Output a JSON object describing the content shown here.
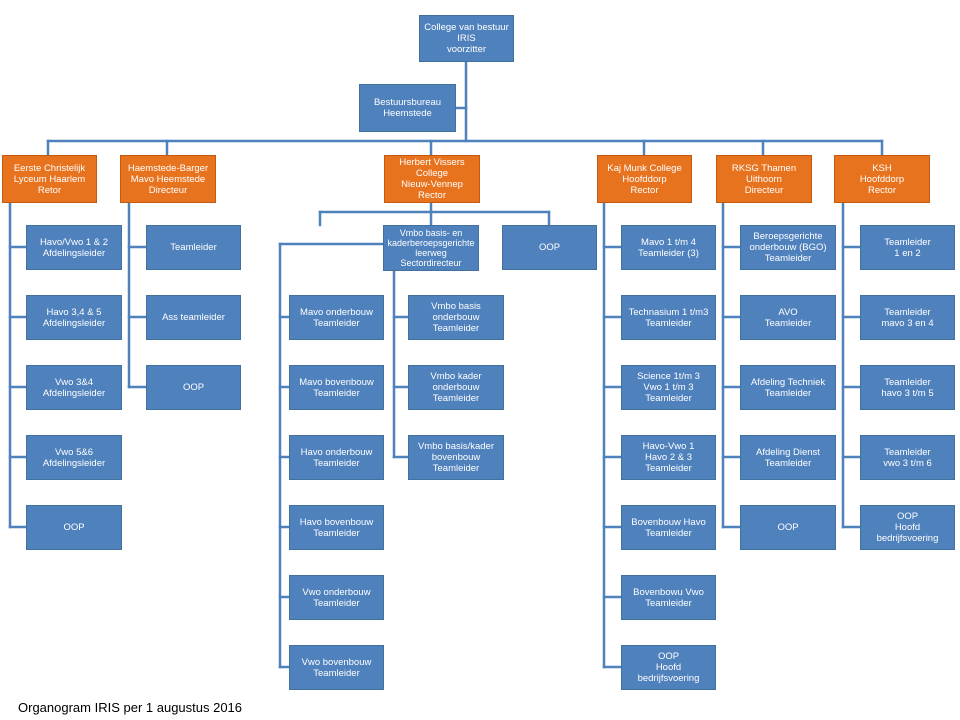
{
  "colors": {
    "box": "#4f81bd",
    "head": "#e8731f",
    "line": "#4f81bd"
  },
  "caption": "Organogram IRIS per 1 augustus 2016",
  "nodes": {
    "board": "College van bestuur\nIRIS\nvoorzitter",
    "bureau": "Bestuursbureau\nHeemstede",
    "ecl": "Eerste Christelijk\nLyceum Haarlem\nRetor",
    "ecl_1": "Havo/Vwo 1 & 2\nAfdelingsleider",
    "ecl_2": "Havo 3,4 & 5\nAfdelingsleider",
    "ecl_3": "Vwo 3&4\nAfdelingsleider",
    "ecl_4": "Vwo 5&6\nAfdelingsleider",
    "ecl_5": "OOP",
    "hb": "Haemstede-Barger\nMavo Heemstede\nDirecteur",
    "hb_1": "Teamleider",
    "hb_2": "Ass teamleider",
    "hb_3": "OOP",
    "hvc": "Herbert Vissers\nCollege\nNieuw-Vennep\nRector",
    "hvc_l1": "Mavo onderbouw\nTeamleider",
    "hvc_l2": "Mavo bovenbouw\nTeamleider",
    "hvc_l3": "Havo onderbouw\nTeamleider",
    "hvc_l4": "Havo bovenbouw\nTeamleider",
    "hvc_l5": "Vwo onderbouw\nTeamleider",
    "hvc_l6": "Vwo bovenbouw\nTeamleider",
    "hvc_vmbo": "Vmbo basis- en\nkaderberoepsgerichte\nleerweg\nSectordirecteur",
    "hvc_v1": "Vmbo basis\nonderbouw\nTeamleider",
    "hvc_v2": "Vmbo kader\nonderbouw\nTeamleider",
    "hvc_v3": "Vmbo basis/kader\nbovenbouw\nTeamleider",
    "hvc_oop": "OOP",
    "kmc": "Kaj Munk College\nHoofddorp\nRector",
    "kmc_1": "Mavo 1 t/m 4\nTeamleider (3)",
    "kmc_2": "Technasium 1 t/m3\nTeamleider",
    "kmc_3": "Science 1t/m 3\nVwo 1 t/m 3\nTeamleider",
    "kmc_4": "Havo-Vwo 1\nHavo 2 & 3\nTeamleider",
    "kmc_5": "Bovenbouw Havo\nTeamleider",
    "kmc_6": "Bovenbowu Vwo\nTeamleider",
    "kmc_7": "OOP\nHoofd bedrijfsvoering",
    "rksg": "RKSG Thamen\nUithoorn\nDirecteur",
    "rksg_1": "Beroepsgerichte\nonderbouw (BGO)\nTeamleider",
    "rksg_2": "AVO\nTeamleider",
    "rksg_3": "Afdeling Techniek\nTeamleider",
    "rksg_4": "Afdeling Dienst\nTeamleider",
    "rksg_5": "OOP",
    "ksh": "KSH\nHoofddorp\nRector",
    "ksh_1": "Teamleider\n1 en 2",
    "ksh_2": "Teamleider\nmavo 3 en 4",
    "ksh_3": "Teamleider\nhavo 3 t/m 5",
    "ksh_4": "Teamleider\nvwo 3 t/m 6",
    "ksh_5": "OOP\nHoofd bedrijfsvoering"
  }
}
